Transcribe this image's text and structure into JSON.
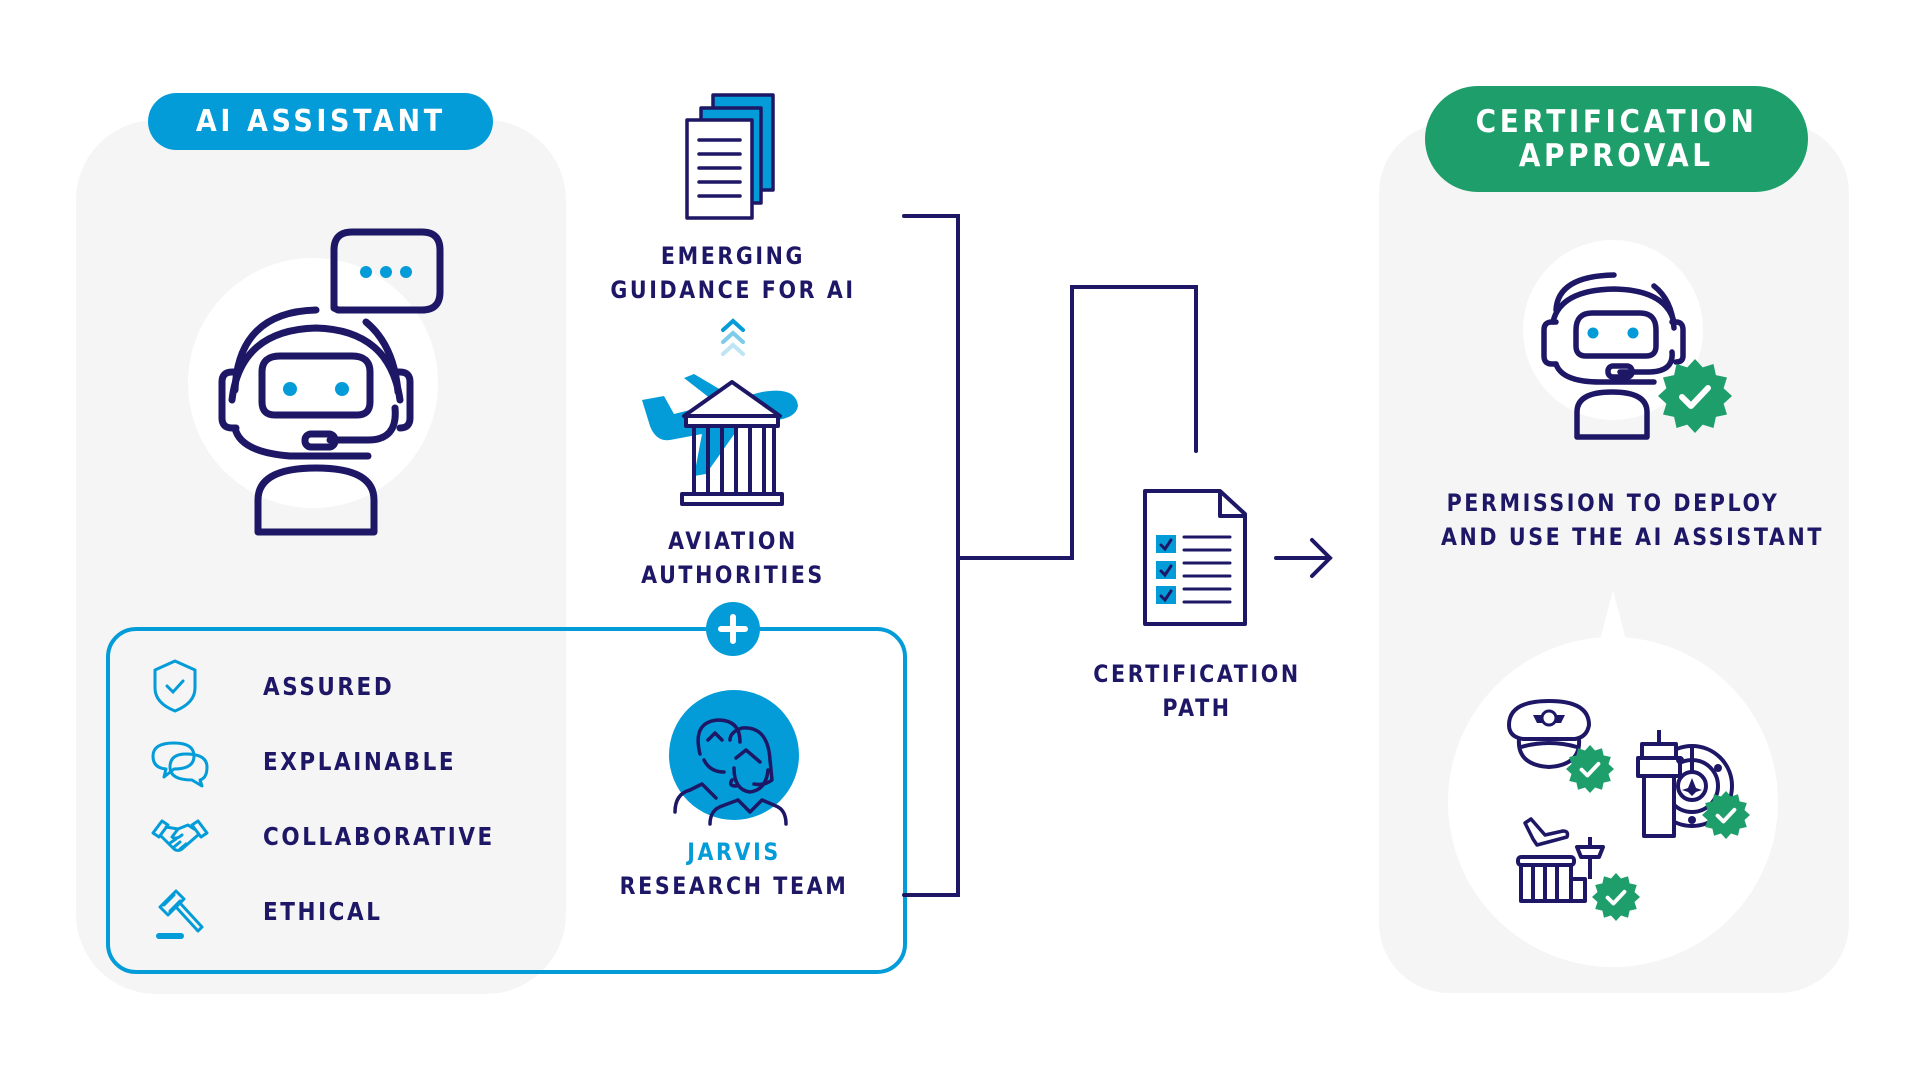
{
  "colors": {
    "navy": "#1d1766",
    "blue": "#039cd8",
    "green": "#1e9e6a",
    "panel_grey": "#f5f5f5"
  },
  "left_panel": {
    "title": "AI ASSISTANT",
    "robot_icon": "robot-assistant-chat-icon",
    "traits": [
      {
        "label": "ASSURED",
        "icon": "shield-check-icon"
      },
      {
        "label": "EXPLAINABLE",
        "icon": "speech-bubbles-icon"
      },
      {
        "label": "COLLABORATIVE",
        "icon": "handshake-icon"
      },
      {
        "label": "ETHICAL",
        "icon": "gavel-icon"
      }
    ]
  },
  "middle": {
    "guidance": {
      "line1": "EMERGING",
      "line2": "GUIDANCE FOR AI",
      "icon": "documents-stack-icon"
    },
    "authorities": {
      "line1": "AVIATION",
      "line2": "AUTHORITIES",
      "icon": "airplane-government-building-icon"
    },
    "plus_icon": "plus-icon",
    "research_team": {
      "line1": "JARVIS",
      "line2": "RESEARCH TEAM",
      "icon": "team-people-icon"
    }
  },
  "certification_path": {
    "line1": "CERTIFICATION",
    "line2": "PATH",
    "icon": "checklist-document-icon"
  },
  "right_panel": {
    "title_line1": "CERTIFICATION",
    "title_line2": "APPROVAL",
    "robot_icon": "robot-approved-icon",
    "caption_line1": "PERMISSION TO DEPLOY",
    "caption_line2": "AND USE THE AI ASSISTANT",
    "stakeholder_icons": [
      "pilot-cap-icon",
      "control-tower-radar-icon",
      "airport-terminal-icon"
    ]
  }
}
